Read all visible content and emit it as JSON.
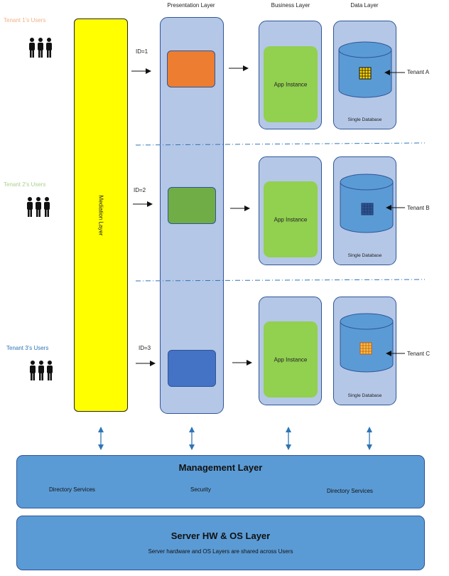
{
  "columns": {
    "presentation": "Presentation Layer",
    "business": "Business  Layer",
    "data": "Data Layer"
  },
  "mediation_label": "Mediation  Layer",
  "tenants": [
    {
      "users_label": "Tenant 1's Users",
      "users_color": "#f4b183",
      "id": "ID=1",
      "pres_color": "#ed7d31",
      "app": "App Instance",
      "db": "Single Database",
      "tenant": "Tenant A",
      "block_color": "#ffd700"
    },
    {
      "users_label": "Tenant 2's Users",
      "users_color": "#a9d18e",
      "id": "ID=2",
      "pres_color": "#70ad47",
      "app": "App Instance",
      "db": "Single Database",
      "tenant": "Tenant B",
      "block_color": "#2f5597"
    },
    {
      "users_label": "Tenant 3's Users",
      "users_color": "#2e75b6",
      "id": "ID=3",
      "pres_color": "#4472c4",
      "app": "App Instance",
      "db": "Single Database",
      "tenant": "Tenant C",
      "block_color": "#f5c048"
    }
  ],
  "management": {
    "title": "Management Layer",
    "items": [
      "Directory Services",
      "Security",
      "Directory  Services"
    ]
  },
  "server": {
    "title": "Server HW & OS Layer",
    "subtitle": "Server hardware and OS Layers are shared across Users"
  },
  "colors": {
    "mediation": "#ffff00",
    "column_fill": "#b4c7e7",
    "app_fill": "#92d050",
    "db_fill": "#5b9bd5",
    "layer_fill": "#5b9bd5",
    "connector": "#2e75b6"
  }
}
